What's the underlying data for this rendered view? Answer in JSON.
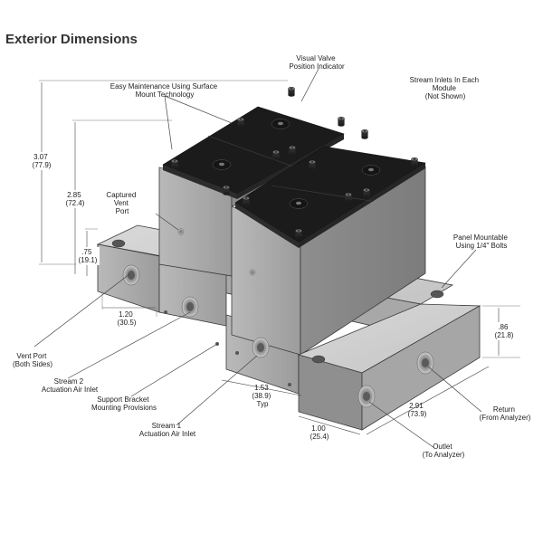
{
  "title": "Exterior Dimensions",
  "labels": {
    "visual_valve": [
      "Visual Valve",
      "Position Indicator"
    ],
    "stream_inlets": [
      "Stream Inlets In Each",
      "Module",
      "(Not Shown)"
    ],
    "easy_maintenance": [
      "Easy Maintenance Using Surface",
      "Mount Technology"
    ],
    "captured_vent": [
      "Captured",
      "Vent",
      "Port"
    ],
    "panel_mountable": [
      "Panel Mountable",
      "Using 1/4\" Bolts"
    ],
    "vent_port": [
      "Vent Port",
      "(Both Sides)"
    ],
    "stream2": [
      "Stream 2",
      "Actuation Air Inlet"
    ],
    "support_bracket": [
      "Support Bracket",
      "Mounting Provisions"
    ],
    "stream1": [
      "Stream 1",
      "Actuation Air Inlet"
    ],
    "return": [
      "Return",
      "(From Analyzer)"
    ],
    "outlet": [
      "Outlet",
      "(To Analyzer)"
    ]
  },
  "dimensions": {
    "d307": [
      "3.07",
      "(77.9)"
    ],
    "d285": [
      "2.85",
      "(72.4)"
    ],
    "d075": [
      ".75",
      "(19.1)"
    ],
    "d120": [
      "1.20",
      "(30.5)"
    ],
    "d153": [
      "1.53",
      "(38.9)",
      "Typ"
    ],
    "d100": [
      "1.00",
      "(25.4)"
    ],
    "d291": [
      "2.91",
      "(73.9)"
    ],
    "d086": [
      ".86",
      "(21.8)"
    ]
  }
}
